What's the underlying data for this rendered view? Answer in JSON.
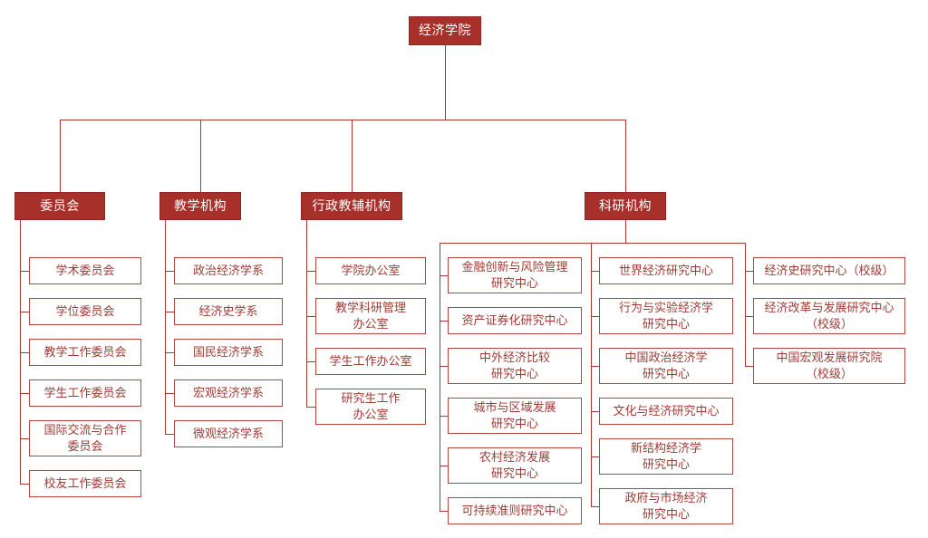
{
  "meta": {
    "colors": {
      "node_fill": "#A8302A",
      "node_fill_border": "#8E2622",
      "leaf_border": "#B2453E",
      "leaf_text": "#9E3B34",
      "line": "#A33A33",
      "filled_text": "#FFFFFF",
      "background": "#FFFFFF"
    }
  },
  "root": {
    "label": "经济学院"
  },
  "branches": [
    {
      "key": "committees",
      "label": "委员会",
      "columns": [
        {
          "key": "committees-col-1",
          "items": [
            {
              "label": "学术委员会",
              "lines": 1
            },
            {
              "label": "学位委员会",
              "lines": 1
            },
            {
              "label": "教学工作委员会",
              "lines": 1
            },
            {
              "label": "学生工作委员会",
              "lines": 1
            },
            {
              "label": "国际交流与合作\n委员会",
              "lines": 2
            },
            {
              "label": "校友工作委员会",
              "lines": 1
            }
          ]
        }
      ]
    },
    {
      "key": "teaching",
      "label": "教学机构",
      "columns": [
        {
          "key": "teaching-col-1",
          "items": [
            {
              "label": "政治经济学系",
              "lines": 1
            },
            {
              "label": "经济史学系",
              "lines": 1
            },
            {
              "label": "国民经济学系",
              "lines": 1
            },
            {
              "label": "宏观经济学系",
              "lines": 1
            },
            {
              "label": "微观经济学系",
              "lines": 1
            }
          ]
        }
      ]
    },
    {
      "key": "administrative",
      "label": "行政教辅机构",
      "columns": [
        {
          "key": "administrative-col-1",
          "items": [
            {
              "label": "学院办公室",
              "lines": 1
            },
            {
              "label": "教学科研管理\n办公室",
              "lines": 2
            },
            {
              "label": "学生工作办公室",
              "lines": 1
            },
            {
              "label": "研究生工作\n办公室",
              "lines": 2
            }
          ]
        }
      ]
    },
    {
      "key": "research",
      "label": "科研机构",
      "columns": [
        {
          "key": "research-col-1",
          "items": [
            {
              "label": "金融创新与风险管理\n研究中心",
              "lines": 2
            },
            {
              "label": "资产证券化研究中心",
              "lines": 1
            },
            {
              "label": "中外经济比较\n研究中心",
              "lines": 2
            },
            {
              "label": "城市与区域发展\n研究中心",
              "lines": 2
            },
            {
              "label": "农村经济发展\n研究中心",
              "lines": 2
            },
            {
              "label": "可持续准则研究中心",
              "lines": 1
            }
          ]
        },
        {
          "key": "research-col-2",
          "items": [
            {
              "label": "世界经济研究中心",
              "lines": 1
            },
            {
              "label": "行为与实验经济学\n研究中心",
              "lines": 2
            },
            {
              "label": "中国政治经济学\n研究中心",
              "lines": 2
            },
            {
              "label": "文化与经济研究中心",
              "lines": 1
            },
            {
              "label": "新结构经济学\n研究中心",
              "lines": 2
            },
            {
              "label": "政府与市场经济\n研究中心",
              "lines": 2
            }
          ]
        },
        {
          "key": "research-col-3",
          "items": [
            {
              "label": "经济史研究中心（校级）",
              "lines": 1
            },
            {
              "label": "经济改革与发展研究中心\n（校级）",
              "lines": 2
            },
            {
              "label": "中国宏观发展研究院\n（校级）",
              "lines": 2
            }
          ]
        }
      ]
    }
  ]
}
